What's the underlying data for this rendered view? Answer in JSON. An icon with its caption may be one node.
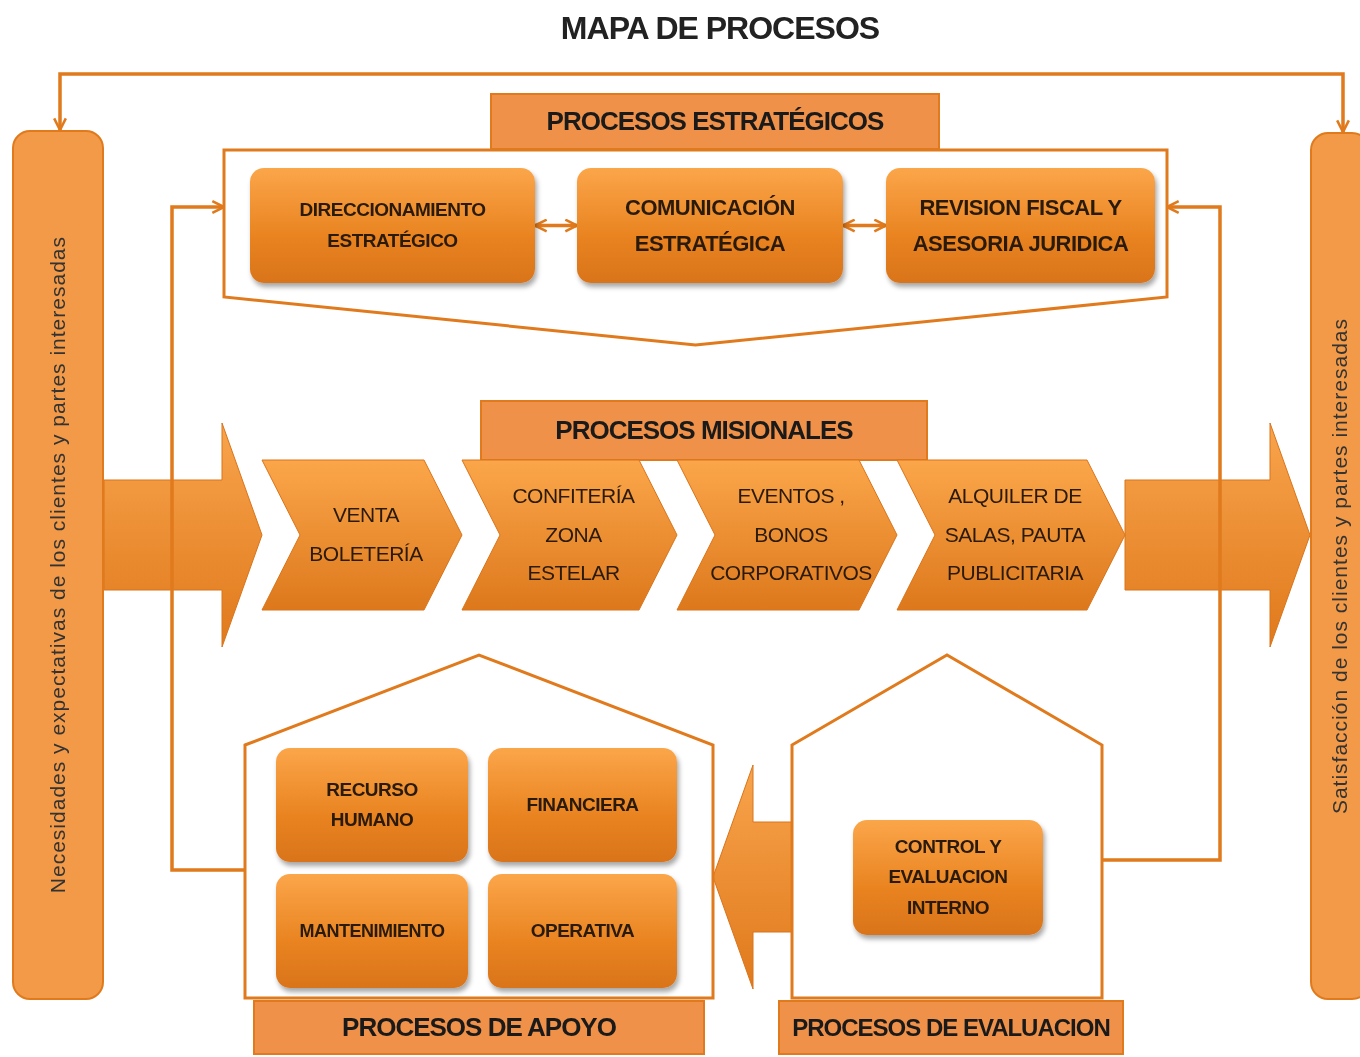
{
  "diagram": {
    "title": "MAPA DE PROCESOS",
    "nodes": [
      {
        "text": [
          "Necesidades y expectativas de los clientes y partes interesadas"
        ]
      },
      {
        "text": [
          "Satisfacción de los clientes y partes interesadas"
        ]
      },
      {
        "text": [
          "PROCESOS ESTRATÉGICOS"
        ]
      },
      {
        "text": [],
        "shape": "pentagon"
      },
      {
        "text": [
          "DIRECCIONAMIENTO ESTRATÉGICO"
        ],
        "in": 3
      },
      {
        "text": [
          "COMUNICACIÓN ESTRATÉGICA"
        ],
        "in": 3
      },
      {
        "text": [
          "REVISION FISCAL Y ASESORIA JURIDICA"
        ],
        "in": 3
      },
      {
        "text": [
          "PROCESOS MISIONALES"
        ]
      },
      {
        "text": [
          "VENTA BOLETERÍA"
        ]
      },
      {
        "text": [
          "CONFITERÍA ZONA ESTELAR"
        ]
      },
      {
        "text": [
          "EVENTOS , BONOS CORPORATIVOS"
        ]
      },
      {
        "text": [
          "ALQUILER DE SALAS, PAUTA PUBLICITARIA"
        ]
      },
      {
        "text": [],
        "shape": "house"
      },
      {
        "text": [
          "RECURSO HUMANO"
        ],
        "in": 12
      },
      {
        "text": [
          "FINANCIERA"
        ],
        "in": 12
      },
      {
        "text": [
          "MANTENIMIENTO"
        ],
        "in": 12
      },
      {
        "text": [
          "OPERATIVA"
        ],
        "in": 12
      },
      {
        "text": [
          "PROCESOS DE APOYO"
        ]
      },
      {
        "text": [],
        "shape": "house"
      },
      {
        "text": [
          "CONTROL Y EVALUACION INTERNO"
        ],
        "in": 18
      },
      {
        "text": [
          "PROCESOS DE EVALUACION"
        ]
      }
    ],
    "edges": [
      {
        "from": 0,
        "to": 8,
        "arrow": "to",
        "style": "thick"
      },
      {
        "from": 11,
        "to": 1,
        "arrow": "to",
        "style": "thick"
      },
      {
        "from": 18,
        "to": 12,
        "arrow": "to",
        "style": "thick"
      },
      {
        "from": 0,
        "to": 1,
        "arrow": "both"
      },
      {
        "from": 12,
        "to": 3,
        "arrow": "to"
      },
      {
        "from": 18,
        "to": 3,
        "arrow": "to"
      },
      {
        "from": 4,
        "to": 5,
        "arrow": "both"
      },
      {
        "from": 5,
        "to": 6,
        "arrow": "both"
      }
    ]
  }
}
